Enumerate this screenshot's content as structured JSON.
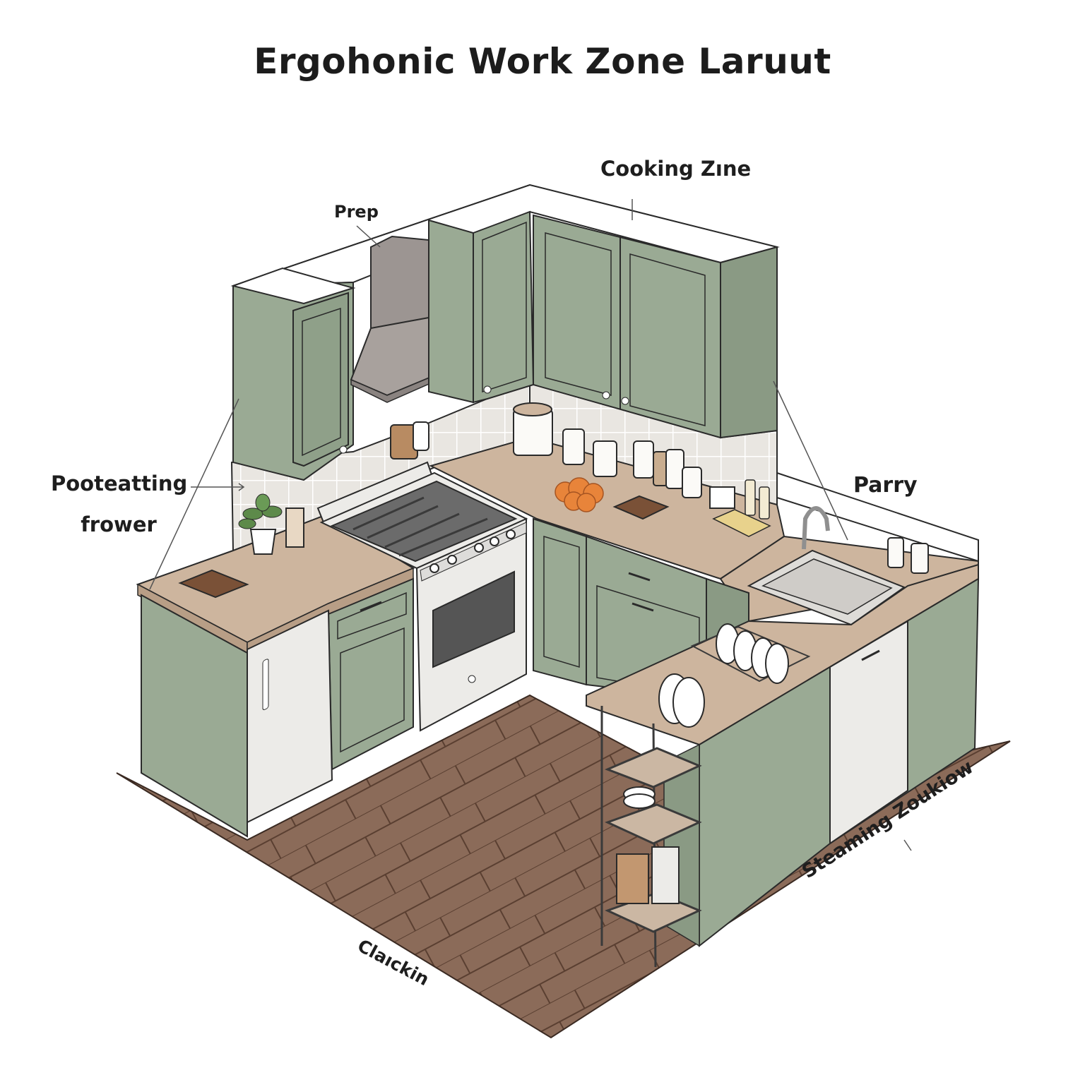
{
  "diagram": {
    "title": "Ergohonic Work Zone Laruut",
    "labels": {
      "cooking_zone": "Cooking Zıne",
      "prep": "Prep",
      "potting_line1": "Pooteatting",
      "potting_line2": "frower",
      "pantry": "Parry",
      "steaming_zone": "Steaming Zoukiow",
      "cleaning": "Claıckin"
    },
    "elements": [
      "upper-cabinets",
      "range-hood",
      "tile-backsplash",
      "gas-range-oven",
      "countertops",
      "canisters",
      "oranges",
      "cutting-board",
      "potted-plant",
      "sink-and-faucet",
      "dish-rack",
      "dishwasher",
      "refrigerator",
      "open-shelving",
      "wood-floor"
    ],
    "colors": {
      "cabinet": "#9aaa94",
      "cabinet_dark": "#8a9a84",
      "countertop": "#cdb59e",
      "floor": "#8a6a58",
      "tile": "#e9e6e1",
      "hood": "#9c9592",
      "appliance": "#ecebe8",
      "outline": "#2a2a2a",
      "orange": "#e8843a",
      "text": "#1e1e1e"
    }
  }
}
